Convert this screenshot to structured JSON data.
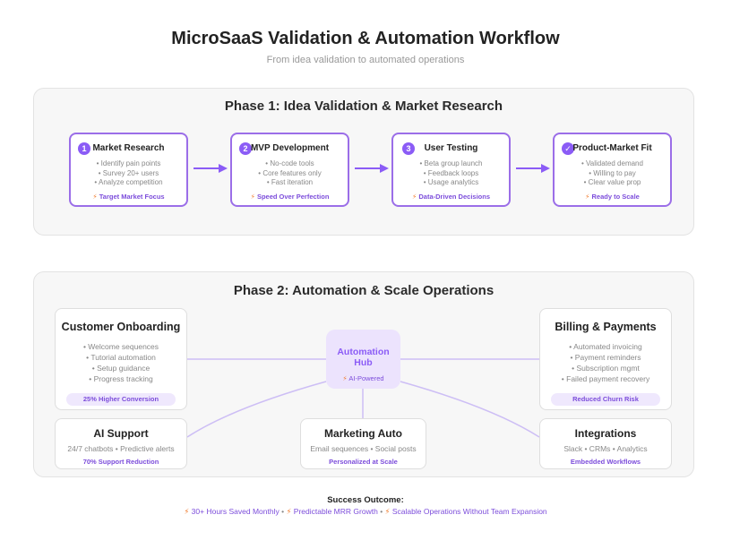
{
  "header": {
    "title": "MicroSaaS Validation & Automation Workflow",
    "subtitle": "From idea validation to automated operations"
  },
  "phase1": {
    "title": "Phase 1: Idea Validation & Market Research",
    "steps": [
      {
        "badge": "1",
        "title": "Market Research",
        "lines": [
          "• Identify pain points",
          "• Survey 20+ users",
          "• Analyze competition"
        ],
        "footer": "Target Market Focus"
      },
      {
        "badge": "2",
        "title": "MVP Development",
        "lines": [
          "• No-code tools",
          "• Core features only",
          "• Fast iteration"
        ],
        "footer": "Speed Over Perfection"
      },
      {
        "badge": "3",
        "title": "User Testing",
        "lines": [
          "• Beta group launch",
          "• Feedback loops",
          "• Usage analytics"
        ],
        "footer": "Data-Driven Decisions"
      },
      {
        "badge": "✓",
        "title": "Product-Market Fit",
        "lines": [
          "• Validated demand",
          "• Willing to pay",
          "• Clear value prop"
        ],
        "footer": "Ready to Scale"
      }
    ]
  },
  "phase2": {
    "title": "Phase 2: Automation & Scale Operations",
    "hub": {
      "title_line1": "Automation",
      "title_line2": "Hub",
      "footer": "AI-Powered"
    },
    "onboarding": {
      "title": "Customer Onboarding",
      "lines": [
        "• Welcome sequences",
        "• Tutorial automation",
        "• Setup guidance",
        "• Progress tracking"
      ],
      "pill": "25% Higher Conversion"
    },
    "billing": {
      "title": "Billing & Payments",
      "lines": [
        "• Automated invoicing",
        "• Payment reminders",
        "• Subscription mgmt",
        "• Failed payment recovery"
      ],
      "pill": "Reduced Churn Risk"
    },
    "ai_support": {
      "title": "AI Support",
      "line": "24/7 chatbots • Predictive alerts",
      "footer": "70% Support Reduction"
    },
    "marketing": {
      "title": "Marketing Auto",
      "line": "Email sequences • Social posts",
      "footer": "Personalized at Scale"
    },
    "integrations": {
      "title": "Integrations",
      "line": "Slack • CRMs • Analytics",
      "footer": "Embedded Workflows"
    }
  },
  "outcome": {
    "title": "Success Outcome:",
    "items": [
      "30+ Hours Saved Monthly",
      "Predictable MRR Growth",
      "Scalable Operations Without Team Expansion"
    ]
  },
  "colors": {
    "accent": "#8b5cf6",
    "accent_dark": "#7c4ddb",
    "bolt": "#f07a2b",
    "connector": "#cdbef5"
  },
  "icons": {
    "bolt": "lightning-bolt-icon",
    "arrow": "right-arrow-icon"
  }
}
